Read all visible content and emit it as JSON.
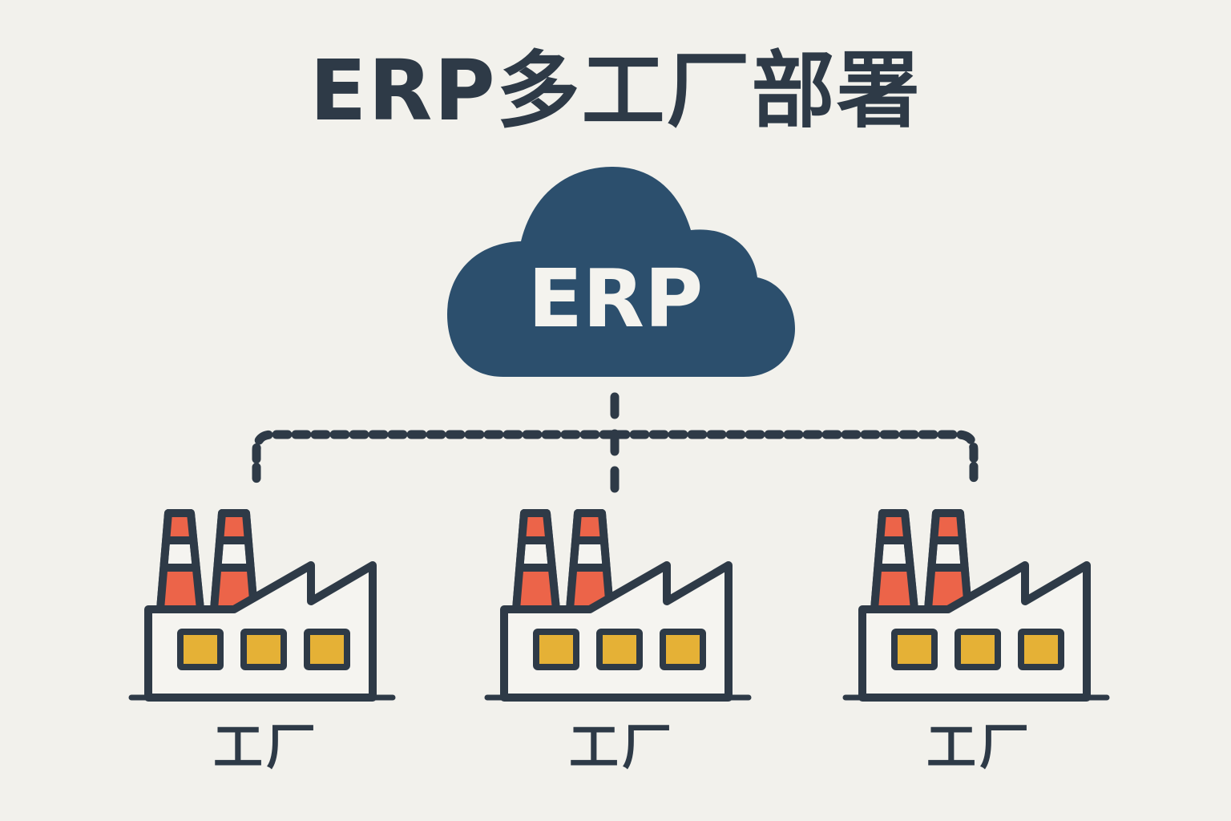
{
  "title": "ERP多工厂部署",
  "cloud": {
    "label": "ERP",
    "icon": "cloud-icon"
  },
  "factories": [
    {
      "label": "工厂",
      "icon": "factory-icon"
    },
    {
      "label": "工厂",
      "icon": "factory-icon"
    },
    {
      "label": "工厂",
      "icon": "factory-icon"
    }
  ],
  "colors": {
    "background": "#f2f1ec",
    "cloud": "#2c4f6d",
    "outline": "#2e3a47",
    "chimney_stripe": "#ec6449",
    "window": "#e5b136",
    "building": "#f5f4f0"
  }
}
